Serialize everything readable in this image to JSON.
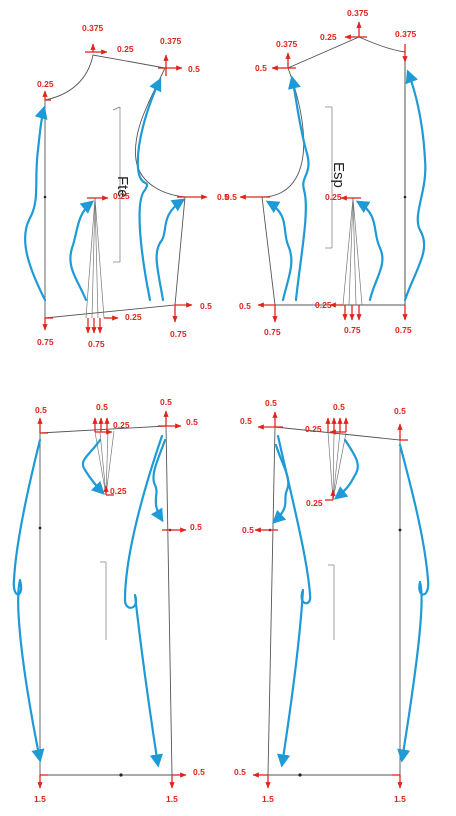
{
  "panels": {
    "front_bodice": {
      "title": "Fte",
      "labels": [
        "0.375",
        "0.25",
        "0.375",
        "0.5",
        "0.25",
        "0.25",
        "0.5",
        "0.5",
        "0.25",
        "0.75",
        "0.75",
        "0.75"
      ]
    },
    "back_bodice": {
      "title": "Esp",
      "labels": [
        "0.375",
        "0.25",
        "0.375",
        "0.375",
        "0.5",
        "0.5",
        "0.25",
        "0.5",
        "0.25",
        "0.75",
        "0.75",
        "0.75"
      ]
    },
    "front_skirt": {
      "labels": [
        "0.5",
        "0.5",
        "0.25",
        "0.5",
        "0.5",
        "0.25",
        "0.5",
        "0.5",
        "1.5",
        "1.5"
      ]
    },
    "back_skirt": {
      "labels": [
        "0.5",
        "0.5",
        "0.25",
        "0.5",
        "0.5",
        "0.25",
        "0.5",
        "0.5",
        "1.5",
        "1.5"
      ]
    }
  },
  "colors": {
    "pattern_line": "#555555",
    "grade_arrow": "#e1241b",
    "curve_arrow": "#1e9ad6"
  }
}
